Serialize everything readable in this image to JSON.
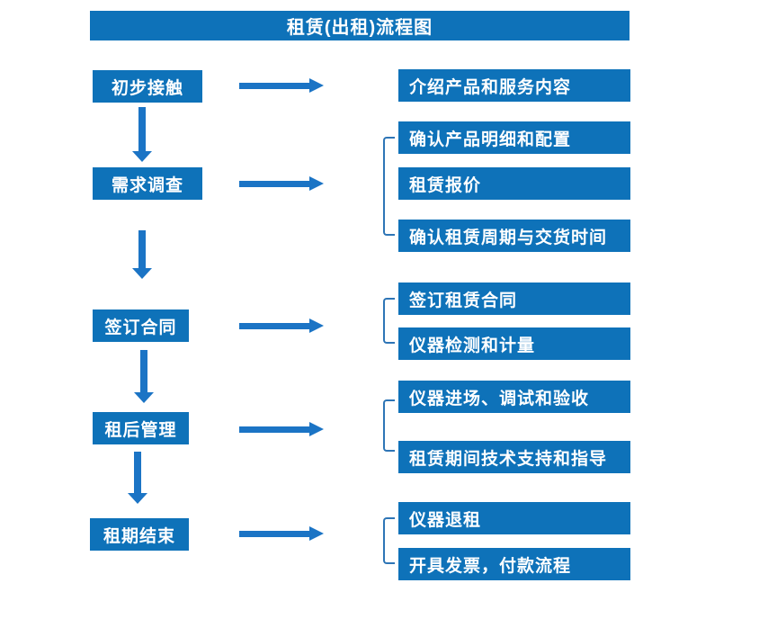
{
  "title": "租赁(出租)流程图",
  "colors": {
    "box": "#0e72b9",
    "arrow": "#1b74c5",
    "bracket": "#2e75b6",
    "box_text": "#ffffff",
    "background": "#ffffff"
  },
  "steps": [
    {
      "label": "初步接触",
      "outputs": [
        "介绍产品和服务内容"
      ]
    },
    {
      "label": "需求调查",
      "outputs": [
        "确认产品明细和配置",
        "租赁报价",
        "确认租赁周期与交货时间"
      ]
    },
    {
      "label": "签订合同",
      "outputs": [
        "签订租赁合同",
        "仪器检测和计量"
      ]
    },
    {
      "label": "租后管理",
      "outputs": [
        "仪器进场、调试和验收",
        "租赁期间技术支持和指导"
      ]
    },
    {
      "label": "租期结束",
      "outputs": [
        "仪器退租",
        "开具发票，付款流程"
      ]
    }
  ]
}
